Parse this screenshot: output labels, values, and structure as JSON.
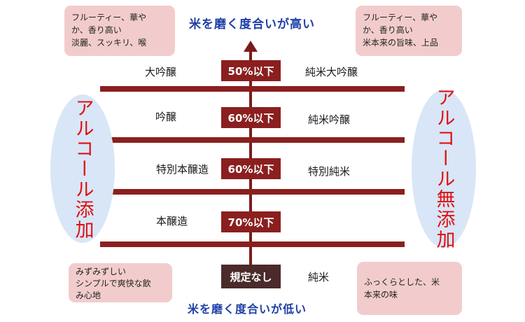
{
  "top_heading": "米を磨く度合いが高い",
  "bottom_heading": "米を磨く度合いが低い",
  "notes": {
    "top_left": [
      "フルーティー、華や",
      "か、香り高い",
      "淡麗、スッキリ、喉"
    ],
    "top_right": [
      "フルーティー、華や",
      "か、香り高い",
      "米本来の旨味、上品"
    ],
    "bottom_left": [
      "みずみずしい",
      "シンプルで爽快な飲",
      "み心地"
    ],
    "bottom_right": [
      "ふっくらとした、米",
      "本来の味"
    ]
  },
  "left_oval": "アルコール添加",
  "right_oval": "アルコール無添加",
  "tiers": [
    {
      "ratio": "50%以下",
      "left": "大吟醸",
      "right": "純米大吟醸"
    },
    {
      "ratio": "60%以下",
      "left": "吟醸",
      "right": "純米吟醸"
    },
    {
      "ratio": "60%以下",
      "left": "特別本醸造",
      "right": "特別純米"
    },
    {
      "ratio": "70%以下",
      "left": "本醸造",
      "right": ""
    },
    {
      "ratio": "規定なし",
      "left": "",
      "right": "純米"
    }
  ],
  "colors": {
    "band": "#8b1f1f",
    "heading": "#1f3fa6",
    "oval_text": "#e01010",
    "oval_fill": "#d8e6f7",
    "note_fill": "#f2cccc"
  }
}
